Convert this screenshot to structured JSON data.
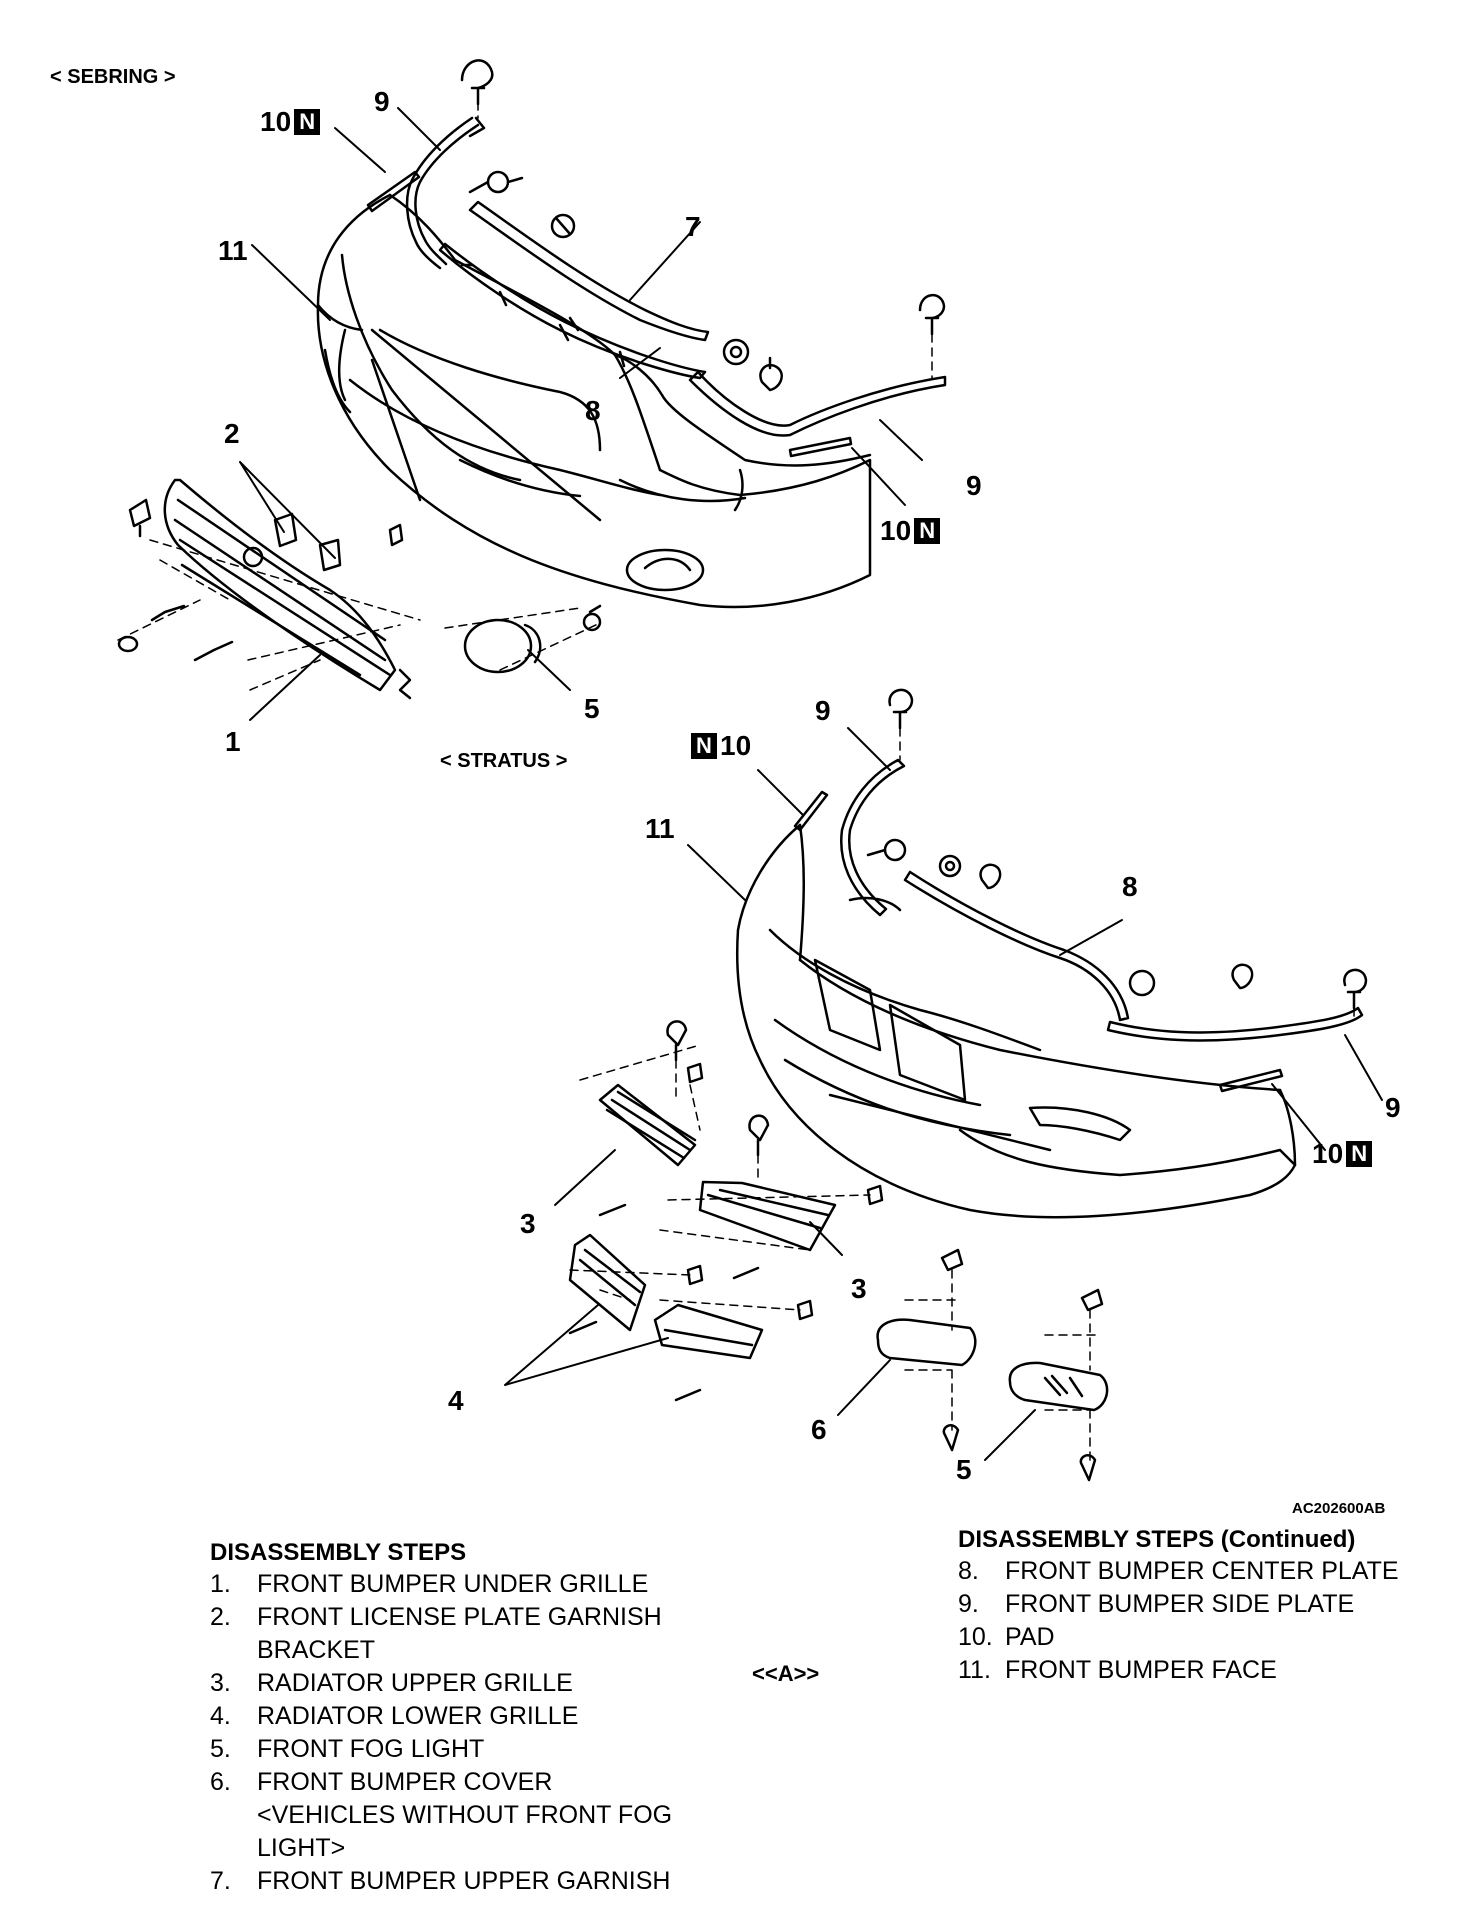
{
  "diagram": {
    "sections": {
      "sebring": "< SEBRING >",
      "stratus": "< STRATUS >"
    },
    "callouts": {
      "s_1": "1",
      "s_2": "2",
      "s_5": "5",
      "s_7": "7",
      "s_8": "8",
      "s_9a": "9",
      "s_9b": "9",
      "s_10a": "10",
      "s_10b": "10",
      "s_11": "11",
      "t_3a": "3",
      "t_3b": "3",
      "t_4": "4",
      "t_5": "5",
      "t_6": "6",
      "t_8": "8",
      "t_9a": "9",
      "t_9b": "9",
      "t_10a": "10",
      "t_10b": "10",
      "t_11": "11"
    },
    "new_part_mark": "N",
    "figure_code": "AC202600AB"
  },
  "steps_left": {
    "title": "DISASSEMBLY STEPS",
    "items": [
      {
        "num": "1.",
        "text": "FRONT BUMPER UNDER GRILLE"
      },
      {
        "num": "2.",
        "text": "FRONT LICENSE PLATE GARNISH\nBRACKET"
      },
      {
        "num": "3.",
        "text": "RADIATOR UPPER GRILLE"
      },
      {
        "num": "4.",
        "text": "RADIATOR LOWER GRILLE"
      },
      {
        "num": "5.",
        "text": "FRONT FOG LIGHT"
      },
      {
        "num": "6.",
        "text": "FRONT BUMPER COVER\n<VEHICLES WITHOUT FRONT FOG\nLIGHT>"
      },
      {
        "num": "7.",
        "text": "FRONT BUMPER UPPER GARNISH"
      }
    ]
  },
  "note_a": "<<A>>",
  "steps_right": {
    "title": "DISASSEMBLY STEPS (Continued)",
    "items": [
      {
        "num": "8.",
        "text": "FRONT BUMPER CENTER PLATE"
      },
      {
        "num": "9.",
        "text": "FRONT BUMPER SIDE PLATE"
      },
      {
        "num": "10.",
        "text": "PAD"
      },
      {
        "num": "11.",
        "text": "FRONT BUMPER FACE"
      }
    ]
  }
}
